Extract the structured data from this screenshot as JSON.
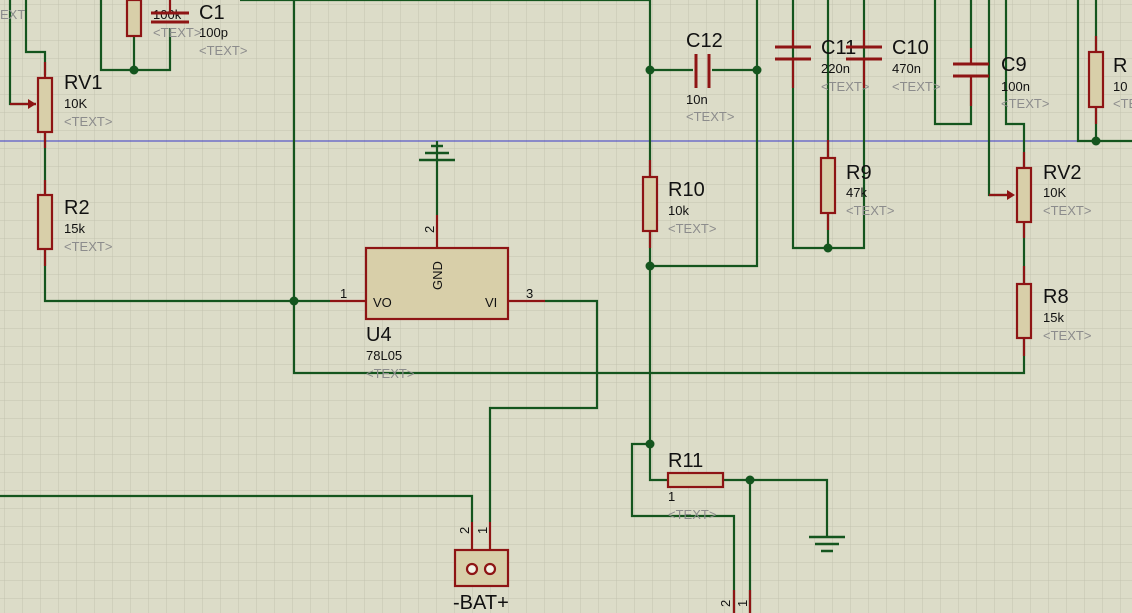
{
  "placeholder": "<TEXT>",
  "components": {
    "c1": {
      "ref": "C1",
      "value": "100p"
    },
    "c1_partial_value": "100k",
    "c9": {
      "ref": "C9",
      "value": "100n"
    },
    "c10": {
      "ref": "C10",
      "value": "470n"
    },
    "c11": {
      "ref": "C11",
      "value": "220n"
    },
    "c12": {
      "ref": "C12",
      "value": "10n"
    },
    "rv1": {
      "ref": "RV1",
      "value": "10K"
    },
    "rv2": {
      "ref": "RV2",
      "value": "10K"
    },
    "r2": {
      "ref": "R2",
      "value": "15k"
    },
    "r8": {
      "ref": "R8",
      "value": "15k"
    },
    "r9": {
      "ref": "R9",
      "value": "47k"
    },
    "r10": {
      "ref": "R10",
      "value": "10k"
    },
    "r11": {
      "ref": "R11",
      "value": "1"
    },
    "u4": {
      "ref": "U4",
      "value": "78L05",
      "pin_gnd": "GND",
      "pin_vo": "VO",
      "pin_vi": "VI",
      "pin1": "1",
      "pin2": "2",
      "pin3": "3"
    },
    "bat": {
      "ref": "-BAT+",
      "pin1": "1",
      "pin2": "2"
    },
    "right_edge": {
      "ref": "R",
      "value": "10"
    },
    "bottom_connector": {
      "pin1": "1",
      "pin2": "2"
    },
    "top_left_partial": "EXT"
  }
}
